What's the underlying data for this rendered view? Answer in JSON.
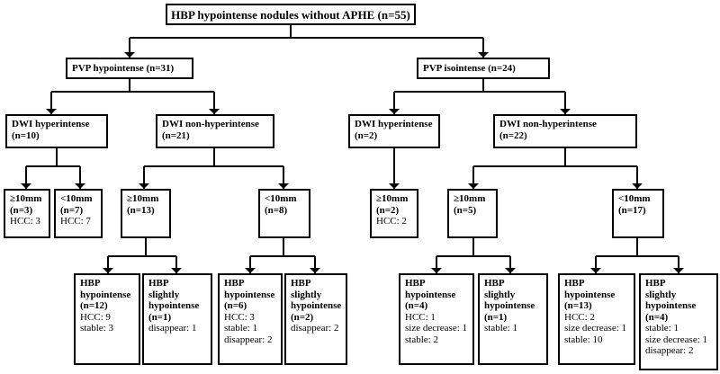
{
  "root": {
    "title": "HBP hypointense nodules without APHE (n=55)"
  },
  "l1": [
    {
      "title": "PVP hypointense (n=31)"
    },
    {
      "title": "PVP isointense (n=24)"
    }
  ],
  "l2": [
    {
      "l1": "DWI  hyperintense",
      "l2": "(n=10)"
    },
    {
      "l1": "DWI  non-hyperintense",
      "l2": "(n=21)"
    },
    {
      "l1": "DWI  hyperintense",
      "l2": "(n=2)"
    },
    {
      "l1": "DWI  non-hyperintense",
      "l2": "(n=22)"
    }
  ],
  "l3": [
    {
      "l1": "≥10mm",
      "l2": "(n=3)",
      "l3": "HCC: 3"
    },
    {
      "l1": "<10mm",
      "l2": "(n=7)",
      "l3": "HCC: 7"
    },
    {
      "l1": "≥10mm",
      "l2": "(n=13)"
    },
    {
      "l1": "<10mm",
      "l2": "(n=8)"
    },
    {
      "l1": "≥10mm",
      "l2": "(n=2)",
      "l3": "HCC: 2"
    },
    {
      "l1": "≥10mm",
      "l2": "(n=5)"
    },
    {
      "l1": "<10mm",
      "l2": "(n=17)"
    }
  ],
  "l4": [
    {
      "head": [
        "HBP",
        "hypointense",
        "(n=12)"
      ],
      "stats": [
        "HCC: 9",
        "stable: 3"
      ]
    },
    {
      "head": [
        "HBP",
        "slightly",
        "hypointense",
        "(n=1)"
      ],
      "stats": [
        "disappear: 1"
      ]
    },
    {
      "head": [
        "HBP",
        "hypointense",
        "(n=6)"
      ],
      "stats": [
        "HCC: 3",
        "stable: 1",
        "disappear: 2"
      ]
    },
    {
      "head": [
        "HBP",
        "slightly",
        "hypointense",
        "(n=2)"
      ],
      "stats": [
        "disappear: 2"
      ]
    },
    {
      "head": [
        "HBP",
        "hypointense",
        "(n=4)"
      ],
      "stats": [
        "HCC: 1",
        "size decrease: 1",
        "stable: 2"
      ]
    },
    {
      "head": [
        "HBP",
        "slightly",
        "hypointense",
        "(n=1)"
      ],
      "stats": [
        "stable: 1"
      ]
    },
    {
      "head": [
        "HBP",
        "hypointense",
        "(n=13)"
      ],
      "stats": [
        "HCC: 2",
        "size decrease: 1",
        "stable: 10"
      ]
    },
    {
      "head": [
        "HBP",
        "slightly",
        "hypointense",
        "(n=4)"
      ],
      "stats": [
        "stable: 1",
        "size decrease: 1",
        "disappear: 2"
      ]
    }
  ]
}
